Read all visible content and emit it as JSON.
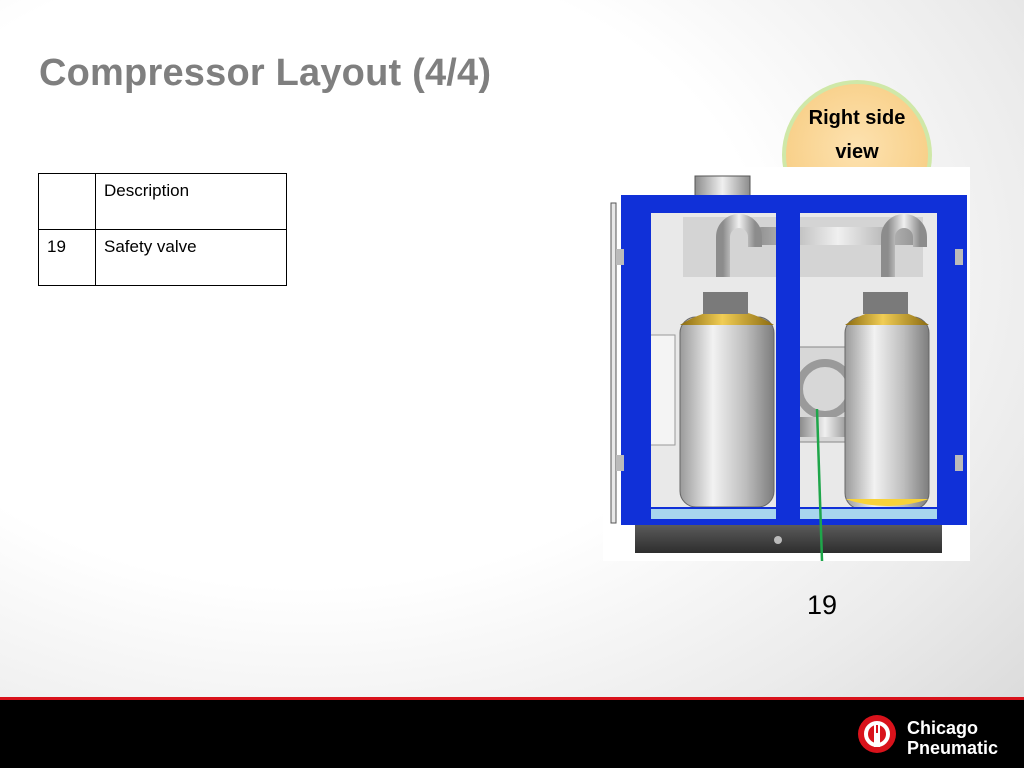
{
  "slide": {
    "title": "Compressor Layout (4/4)"
  },
  "table": {
    "header": [
      "",
      "Description"
    ],
    "rows": [
      [
        "19",
        "Safety valve"
      ]
    ]
  },
  "view_label": {
    "line1": "Right side",
    "line2": "view"
  },
  "callout": {
    "number": "19",
    "color": "#1ea64a"
  },
  "footer": {
    "brand_line1": "Chicago",
    "brand_line2": "Pneumatic",
    "accent": "#d9121b"
  },
  "colors": {
    "frame_blue": "#1030d8",
    "title_gray": "#7f7f7f"
  }
}
